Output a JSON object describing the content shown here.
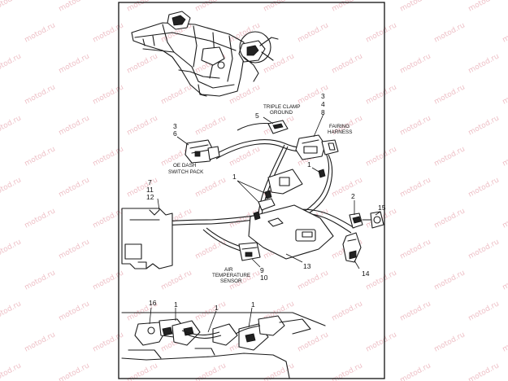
{
  "watermark_text": "motod.ru",
  "labels": {
    "triple_clamp_ground": [
      "TRIPLE CLAMP",
      "GROUND"
    ],
    "fairing_harness": [
      "FAIRING",
      "HARNESS"
    ],
    "oe_dash_switch_pack": [
      "OE DASH",
      "SWITCH PACK"
    ],
    "air_temperature_sensor": [
      "AIR",
      "TEMPERATURE",
      "SENSOR"
    ]
  },
  "callouts": {
    "n3": "3",
    "n4": "4",
    "n8": "8",
    "n5": "5",
    "n3b": "3",
    "n6": "6",
    "n1a": "1",
    "n1b": "1",
    "n7": "7",
    "n11": "11",
    "n12": "12",
    "n2": "2",
    "n15": "15",
    "n14": "14",
    "n13": "13",
    "n9": "9",
    "n10": "10",
    "n16": "16",
    "n1c": "1",
    "n1d": "1",
    "n1e": "1"
  }
}
